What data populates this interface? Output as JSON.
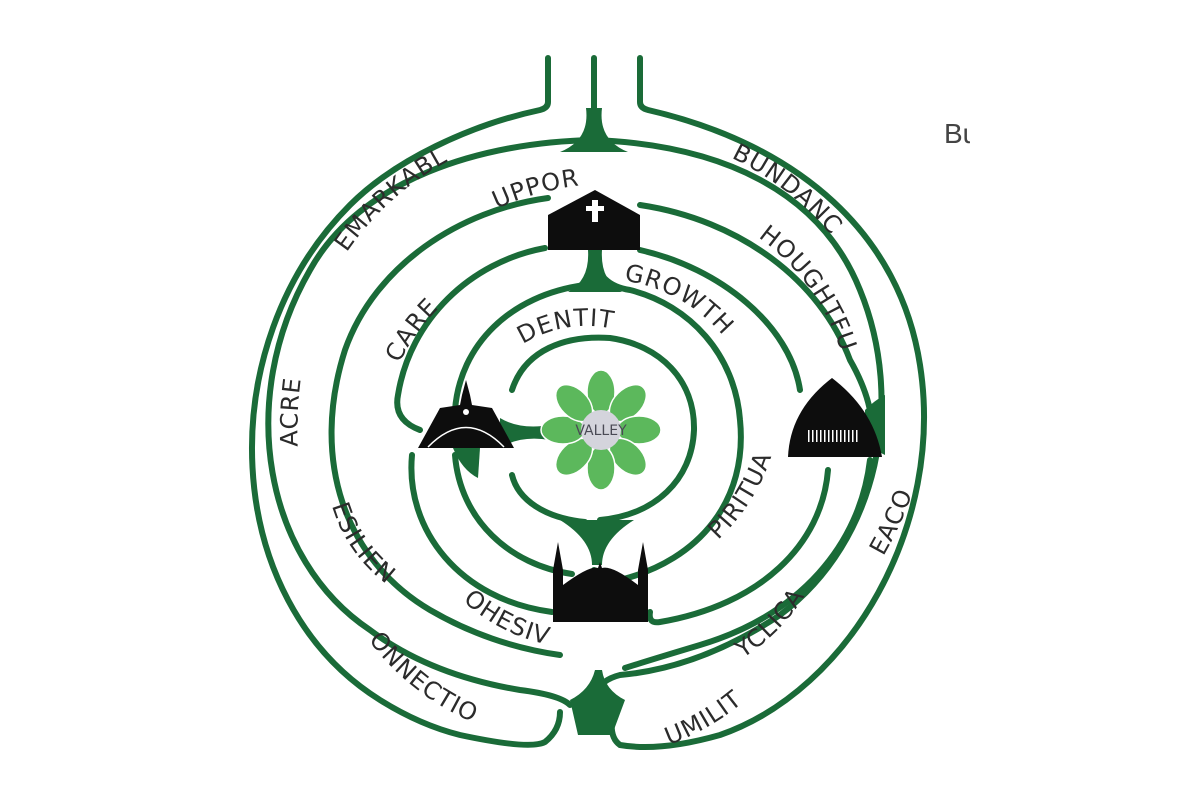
{
  "center_label": "VALLEY",
  "labels": {
    "remarkable": "REMARKABLE",
    "abundance": "ABUNDANCE",
    "support": "SUPPORT",
    "thoughtful": "THOUGHTFUL",
    "growth": "GROWTH",
    "care": "CARE",
    "identity": "IDENTITY",
    "sacred": "SACRED",
    "spiritual": "SPIRITUAL",
    "beacon": "BEACON",
    "resilient": "RESILIENT",
    "cohesive": "COHESIVE",
    "cyclical": "CYCLICAL",
    "connection": "CONNECTION",
    "humility": "HUMILITY"
  },
  "side_text": "Bu",
  "colors": {
    "path": "#1a6b38",
    "petal": "#5cb85c",
    "building": "#0d0d0d"
  }
}
